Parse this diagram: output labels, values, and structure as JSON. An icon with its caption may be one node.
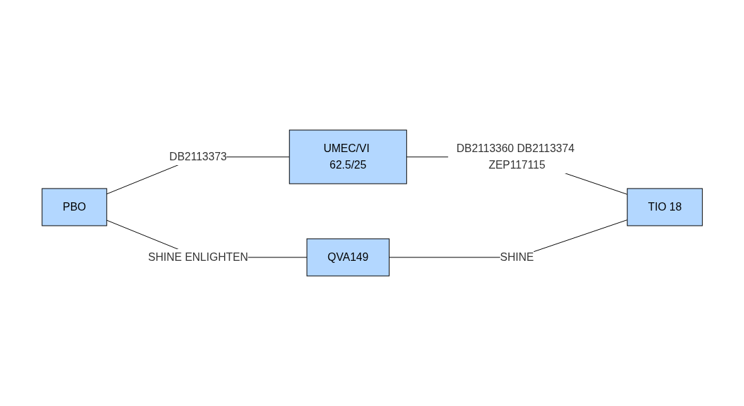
{
  "diagram": {
    "nodes": [
      {
        "text": [
          "PBO"
        ]
      },
      {
        "text": [
          "UMEC/VI 62.5/25"
        ]
      },
      {
        "text": [
          "QVA149"
        ]
      },
      {
        "text": [
          "TIO 18"
        ]
      }
    ],
    "edges": [
      {
        "from": 0,
        "to": 1,
        "arrow": "none",
        "label": "DB2113373"
      },
      {
        "from": 1,
        "to": 3,
        "arrow": "none",
        "label": "DB2113360 DB2113374 ZEP117115"
      },
      {
        "from": 0,
        "to": 2,
        "arrow": "none",
        "label": "SHINE ENLIGHTEN"
      },
      {
        "from": 2,
        "to": 3,
        "arrow": "none",
        "label": "SHINE"
      }
    ]
  }
}
